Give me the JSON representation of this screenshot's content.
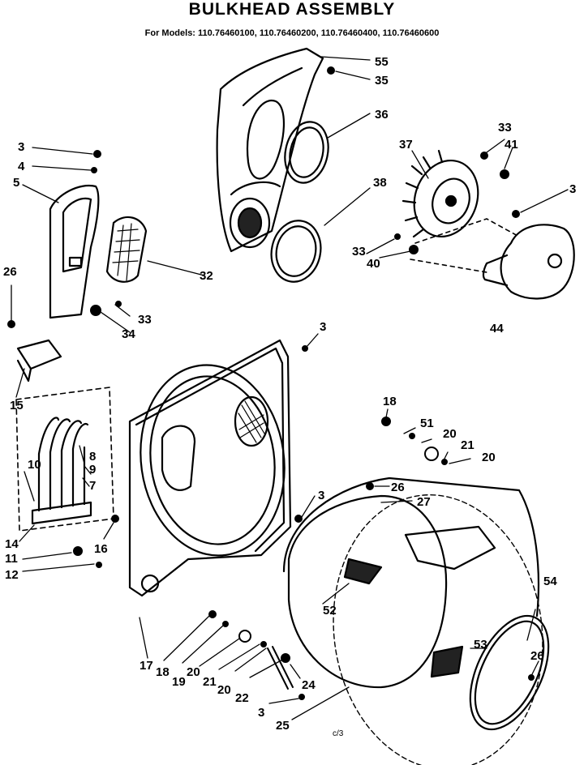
{
  "header": {
    "title": "BULKHEAD ASSEMBLY",
    "models": "For Models: 110.76460100, 110.76460200, 110.76460400, 110.76460600"
  },
  "footer": {
    "page_ref": "c/3"
  },
  "callouts": {
    "c55": "55",
    "c35": "35",
    "c36": "36",
    "c37": "37",
    "c38": "38",
    "c33a": "33",
    "c41": "41",
    "c3a": "3",
    "c33b": "33",
    "c40": "40",
    "c44": "44",
    "c3b": "3",
    "c4": "4",
    "c5": "5",
    "c26a": "26",
    "c32": "32",
    "c33c": "33",
    "c34": "34",
    "c15": "15",
    "c3c": "3",
    "c18a": "18",
    "c51": "51",
    "c20a": "20",
    "c21a": "21",
    "c20b": "20",
    "c10": "10",
    "c8": "8",
    "c9": "9",
    "c7": "7",
    "c14": "14",
    "c11": "11",
    "c12": "12",
    "c16": "16",
    "c3d": "3",
    "c26b": "26",
    "c27": "27",
    "c52": "52",
    "c54": "54",
    "c53": "53",
    "c26c": "26",
    "c17": "17",
    "c18b": "18",
    "c19": "19",
    "c20c": "20",
    "c21b": "21",
    "c20d": "20",
    "c22": "22",
    "c3e": "3",
    "c24": "24",
    "c25": "25"
  }
}
